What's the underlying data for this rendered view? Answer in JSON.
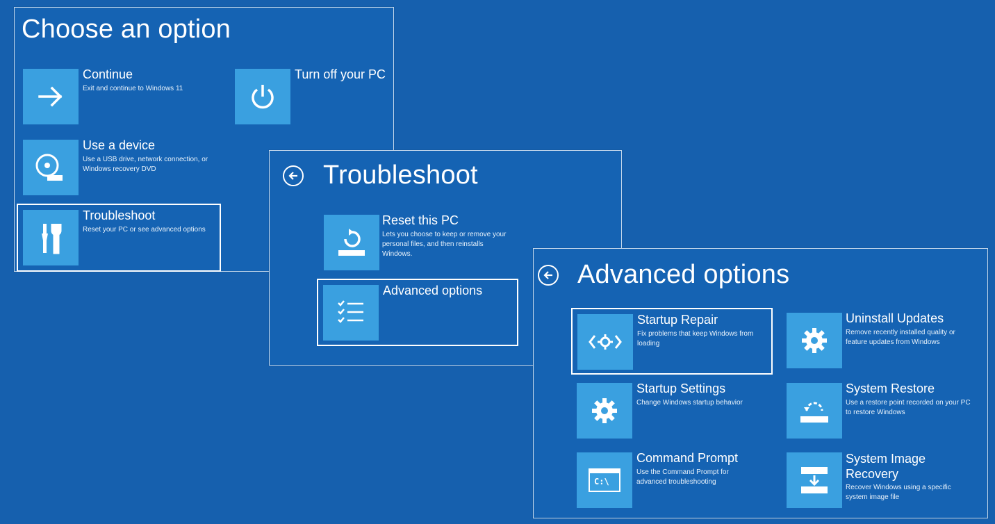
{
  "choose": {
    "title": "Choose an option",
    "options": [
      {
        "title": "Continue",
        "desc": "Exit and continue to Windows 11",
        "icon": "arrow-right-icon"
      },
      {
        "title": "Turn off your PC",
        "desc": "",
        "icon": "power-icon"
      },
      {
        "title": "Use a device",
        "desc": "Use a USB drive, network connection, or Windows recovery DVD",
        "icon": "disc-drive-icon"
      },
      {
        "title": "Troubleshoot",
        "desc": "Reset your PC or see advanced options",
        "icon": "tools-icon"
      }
    ]
  },
  "troubleshoot": {
    "title": "Troubleshoot",
    "options": [
      {
        "title": "Reset this PC",
        "desc": "Lets you choose to keep or remove your personal files, and then reinstalls Windows.",
        "icon": "reset-icon"
      },
      {
        "title": "Advanced options",
        "desc": "",
        "icon": "checklist-icon"
      }
    ]
  },
  "advanced": {
    "title": "Advanced options",
    "options": [
      {
        "title": "Startup Repair",
        "desc": "Fix problems that keep Windows from loading",
        "icon": "startup-repair-icon"
      },
      {
        "title": "Uninstall Updates",
        "desc": "Remove recently installed quality or feature updates from Windows",
        "icon": "gear-icon"
      },
      {
        "title": "Startup Settings",
        "desc": "Change Windows startup behavior",
        "icon": "gear-icon"
      },
      {
        "title": "System Restore",
        "desc": "Use a restore point recorded on your PC to restore Windows",
        "icon": "restore-icon"
      },
      {
        "title": "Command Prompt",
        "desc": "Use the Command Prompt for advanced troubleshooting",
        "icon": "command-prompt-icon",
        "prompt_text": "C:\\"
      },
      {
        "title": "System Image Recovery",
        "desc": "Recover Windows using a specific system image file",
        "icon": "image-recovery-icon"
      }
    ]
  },
  "colors": {
    "background": "#1660ae",
    "tile": "#3aa0e0",
    "text": "#ffffff"
  }
}
